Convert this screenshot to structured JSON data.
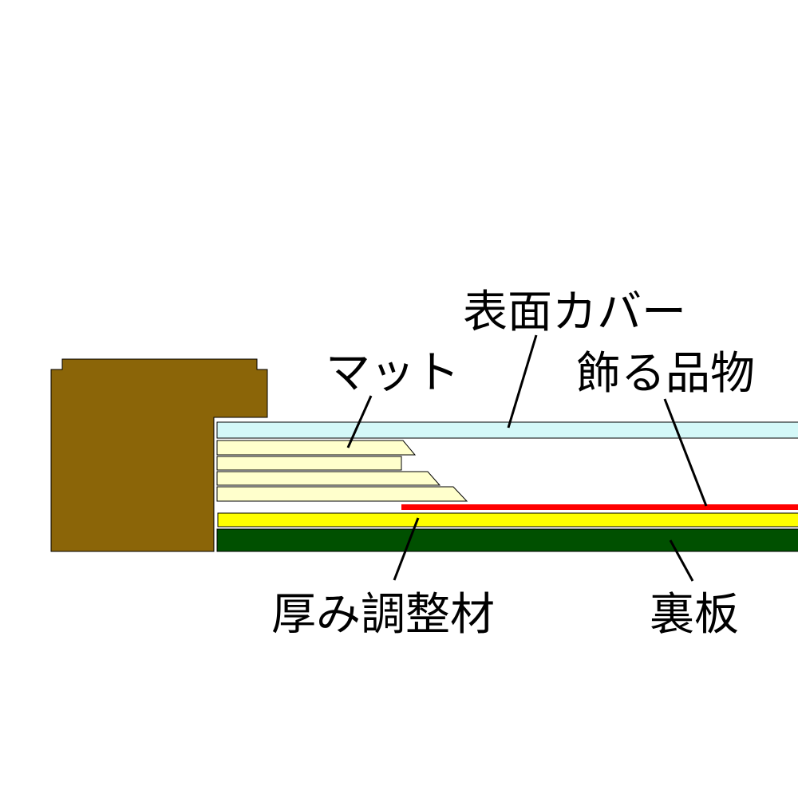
{
  "labels": {
    "cover": "表面カバー",
    "mat": "マット",
    "artwork": "飾る品物",
    "spacer": "厚み調整材",
    "backboard": "裏板"
  },
  "colors": {
    "frame": "#8B6508",
    "cover": "#D4F8F8",
    "mat": "#FFFFCC",
    "artwork": "#FF0000",
    "spacer": "#FFFF00",
    "backboard": "#005000",
    "outline": "#000000"
  }
}
